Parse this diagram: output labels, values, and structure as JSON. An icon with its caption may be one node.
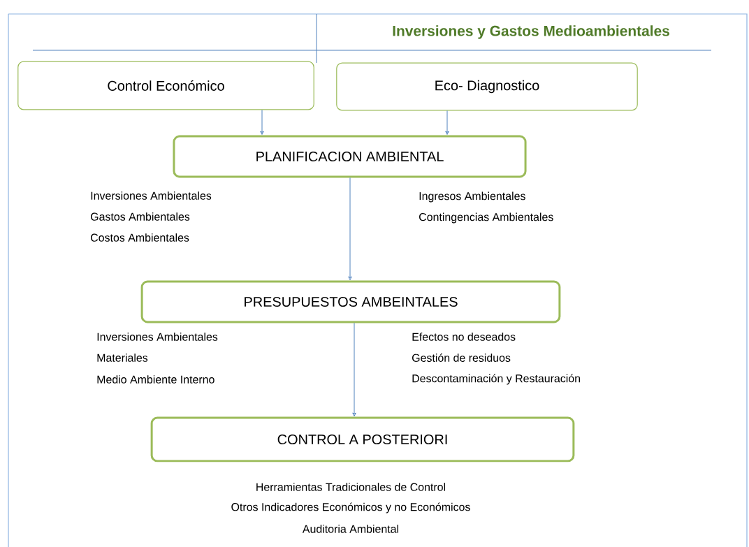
{
  "diagram": {
    "title": "Inversiones y Gastos Medioambientales",
    "nodes": [
      {
        "text": [
          "Control Económico"
        ]
      },
      {
        "text": [
          "Eco- Diagnostico"
        ]
      },
      {
        "text": [
          "PLANIFICACION AMBIENTAL"
        ]
      },
      {
        "text": [
          "PRESUPUESTOS AMBEINTALES"
        ]
      },
      {
        "text": [
          "CONTROL A POSTERIORI"
        ]
      }
    ],
    "edges": [
      {
        "from": 0,
        "to": 2,
        "arrow": "to"
      },
      {
        "from": 1,
        "to": 2,
        "arrow": "to"
      },
      {
        "from": 2,
        "to": 3,
        "arrow": "to"
      },
      {
        "from": 3,
        "to": 4,
        "arrow": "to"
      }
    ],
    "labels": [
      "Inversiones Ambientales",
      "Gastos Ambientales",
      "Costos Ambientales",
      "Ingresos Ambientales",
      "Contingencias Ambientales",
      "Inversiones Ambientales",
      "Materiales",
      "Medio Ambiente Interno",
      "Efectos no deseados",
      "Gestión de residuos",
      "Descontaminación y Restauración",
      "Herramientas Tradicionales de Control",
      "Otros Indicadores Económicos y no Económicos",
      "Auditoria Ambiental"
    ]
  }
}
